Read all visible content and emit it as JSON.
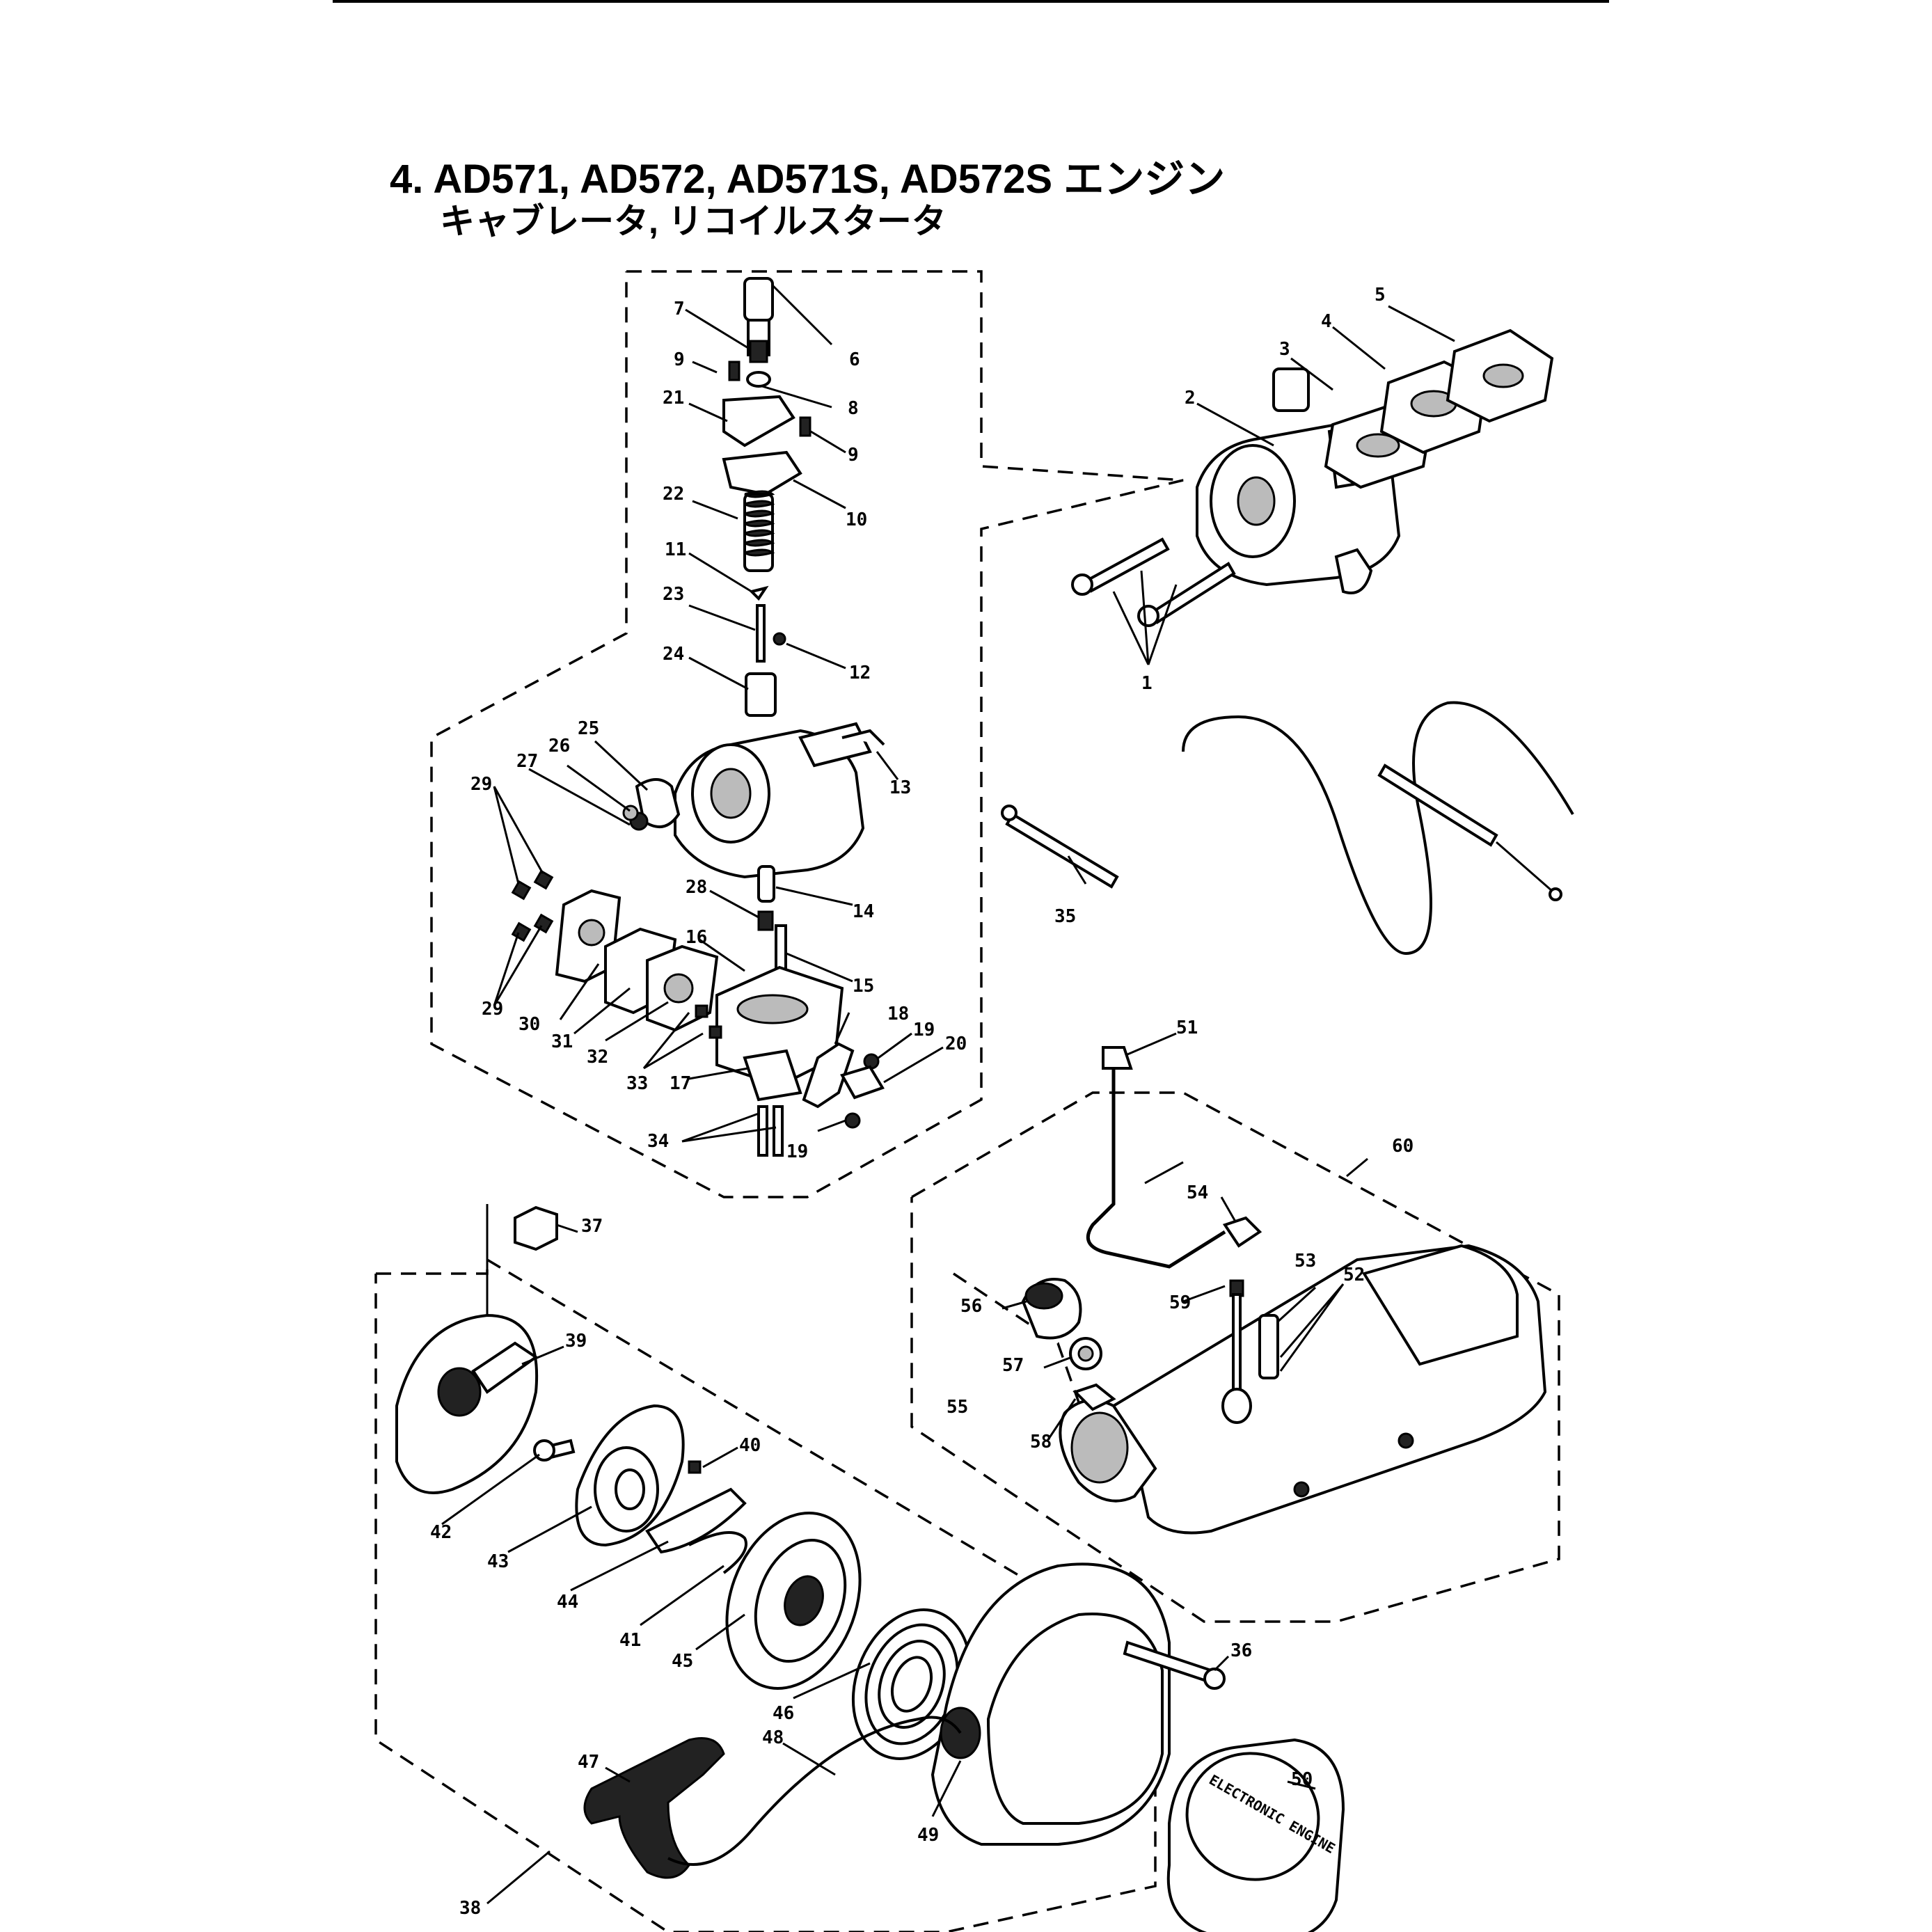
{
  "heading": {
    "line1": "4. AD571, AD572, AD571S, AD572S エンジン",
    "line2": "キャブレータ, リコイルスタータ"
  },
  "part_numbers": [
    "1",
    "2",
    "3",
    "4",
    "5",
    "6",
    "7",
    "8",
    "9",
    "9",
    "10",
    "11",
    "12",
    "13",
    "14",
    "15",
    "16",
    "17",
    "18",
    "19",
    "19",
    "20",
    "21",
    "22",
    "23",
    "24",
    "25",
    "26",
    "27",
    "28",
    "29",
    "29",
    "30",
    "31",
    "32",
    "33",
    "34",
    "35",
    "36",
    "37",
    "38",
    "39",
    "40",
    "41",
    "42",
    "43",
    "44",
    "45",
    "46",
    "47",
    "48",
    "49",
    "50",
    "51",
    "52",
    "53",
    "54",
    "55",
    "56",
    "57",
    "58",
    "59",
    "60"
  ],
  "decal_text": "ELECTRONIC ENGINE"
}
